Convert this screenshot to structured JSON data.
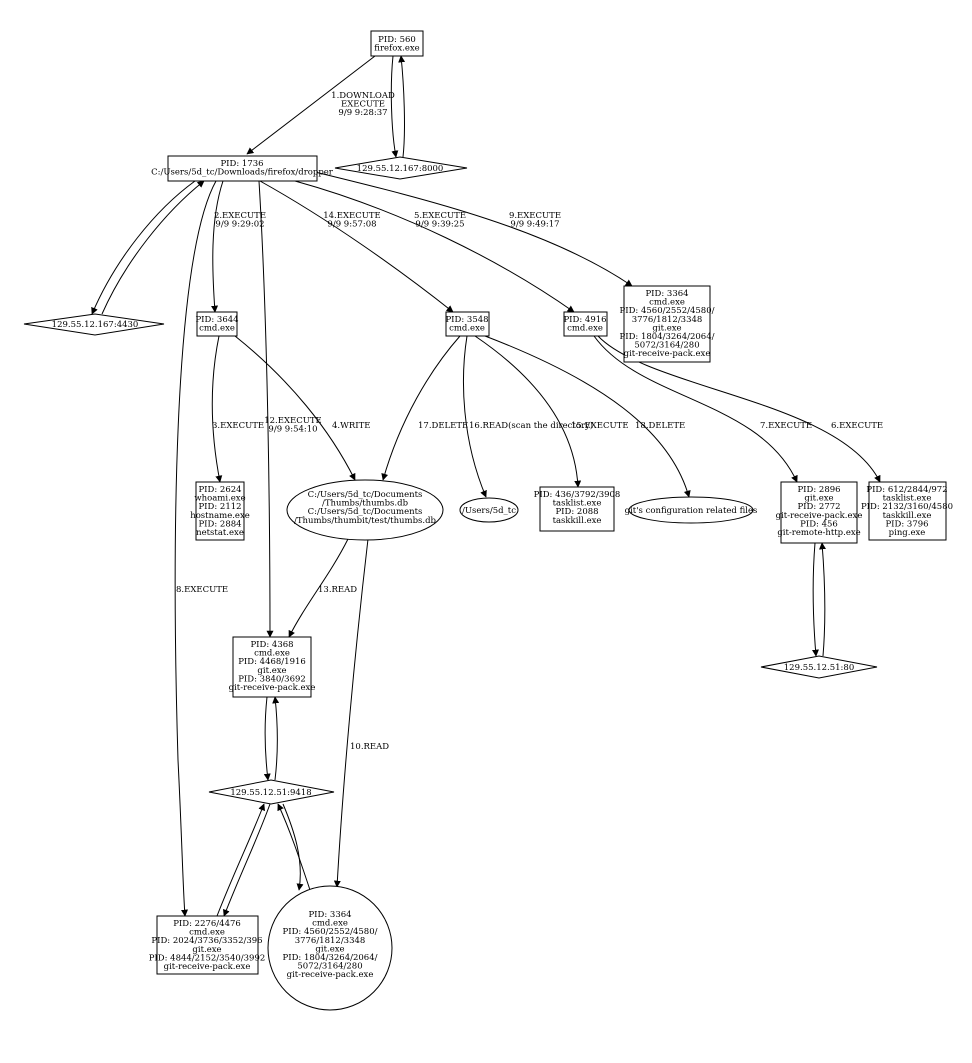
{
  "nodes": {
    "firefox": [
      "PID: 560",
      "firefox.exe"
    ],
    "ip8000": [
      "129.55.12.167:8000"
    ],
    "dropper": [
      "PID: 1736",
      "C:/Users/5d_tc/Downloads/firefox/dropper"
    ],
    "ip4430": [
      "129.55.12.167:4430"
    ],
    "cmd3644": [
      "PID: 3644",
      "cmd.exe"
    ],
    "cmd3548": [
      "PID: 3548",
      "cmd.exe"
    ],
    "cmd4916": [
      "PID: 4916",
      "cmd.exe"
    ],
    "cmd3364top": [
      "PID: 3364",
      "cmd.exe",
      "PID: 4560/2552/4580/",
      "3776/1812/3348",
      "git.exe",
      "PID: 1804/3264/2064/",
      "5072/3164/280",
      "git-receive-pack.exe"
    ],
    "whoami": [
      "PID: 2624",
      "whoami.exe",
      "PID: 2112",
      "hostname.exe",
      "PID: 2884",
      "netstat.exe"
    ],
    "thumbs": [
      "C:/Users/5d_tc/Documents",
      "/Thumbs/thumbs.db",
      "C:/Users/5d_tc/Documents",
      "/Thumbs/thumbit/test/thumbs.db"
    ],
    "users": [
      "/Users/5d_tc"
    ],
    "tasklist436": [
      "PID: 436/3792/3908",
      "tasklist.exe",
      "PID: 2088",
      "taskkill.exe"
    ],
    "gitconfig": [
      "git's configuration related files"
    ],
    "git2896": [
      "PID: 2896",
      "git.exe",
      "PID: 2772",
      "git-receive-pack.exe",
      "PID: 456",
      "git-remote-http.exe"
    ],
    "tasklist612": [
      "PID: 612/2844/972",
      "tasklist.exe",
      "PID: 2132/3160/4580",
      "taskkill.exe",
      "PID: 3796",
      "ping.exe"
    ],
    "ip80": [
      "129.55.12.51:80"
    ],
    "cmd4368": [
      "PID: 4368",
      "cmd.exe",
      "PID: 4468/1916",
      "git.exe",
      "PID: 3840/3692",
      "git-receive-pack.exe"
    ],
    "ip9418": [
      "129.55.12.51:9418"
    ],
    "cmd2276": [
      "PID: 2276/4476",
      "cmd.exe",
      "PID: 2024/3736/3352/396",
      "git.exe",
      "PID: 4844/2152/3540/3992",
      "git-receive-pack.exe"
    ],
    "cmd3364bottom": [
      "PID: 3364",
      "cmd.exe",
      "PID: 4560/2552/4580/",
      "3776/1812/3348",
      "git.exe",
      "PID: 1804/3264/2064/",
      "5072/3164/280",
      "git-receive-pack.exe"
    ]
  },
  "edges": {
    "e1": [
      "1.DOWNLOAD",
      "EXECUTE",
      "9/9 9:28:37"
    ],
    "e2": [
      "2.EXECUTE",
      "9/9 9:29:02"
    ],
    "e3": [
      "3.EXECUTE"
    ],
    "e4": [
      "4.WRITE"
    ],
    "e5": [
      "5.EXECUTE",
      "9/9 9:39:25"
    ],
    "e6": [
      "6.EXECUTE"
    ],
    "e7": [
      "7.EXECUTE"
    ],
    "e8": [
      "8.EXECUTE"
    ],
    "e9": [
      "9.EXECUTE",
      "9/9 9:49:17"
    ],
    "e10": [
      "10.READ"
    ],
    "e12": [
      "12.EXECUTE",
      "9/9 9:54:10"
    ],
    "e13": [
      "13.READ"
    ],
    "e14": [
      "14.EXECUTE",
      "9/9 9:57:08"
    ],
    "e15": [
      "15.EXECUTE"
    ],
    "e16": [
      "16.READ(scan the directory)"
    ],
    "e17": [
      "17.DELETE"
    ],
    "e18": [
      "18.DELETE"
    ]
  }
}
